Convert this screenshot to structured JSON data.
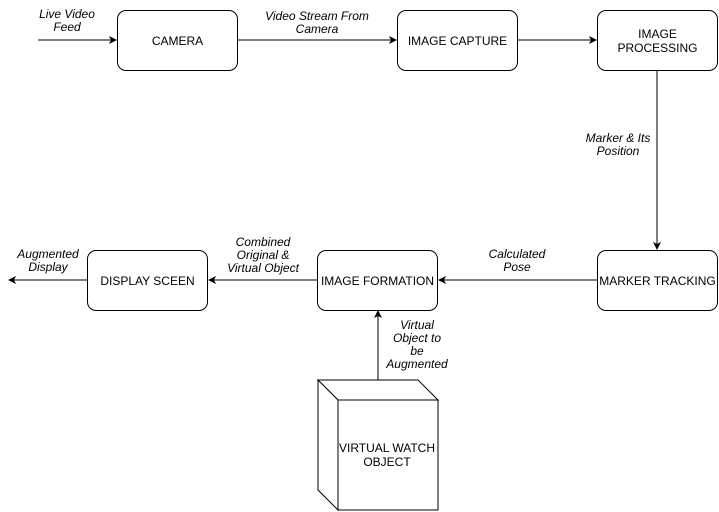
{
  "nodes": {
    "camera": "CAMERA",
    "image_capture": "IMAGE CAPTURE",
    "image_processing": "IMAGE PROCESSING",
    "marker_tracking": "MARKER TRACKING",
    "image_formation": "IMAGE FORMATION",
    "display_screen": "DISPLAY SCEEN",
    "virtual_watch_object": "VIRTUAL WATCH OBJECT"
  },
  "edge_labels": {
    "live_video_feed": "Live Video Feed",
    "video_stream": "Video Stream From Camera",
    "marker_position": "Marker & Its Position",
    "calculated_pose": "Calculated Pose",
    "combined": "Combined Original & Virtual Object",
    "augmented_display": "Augmented Display",
    "virtual_object": "Virtual Object to be Augmented"
  }
}
